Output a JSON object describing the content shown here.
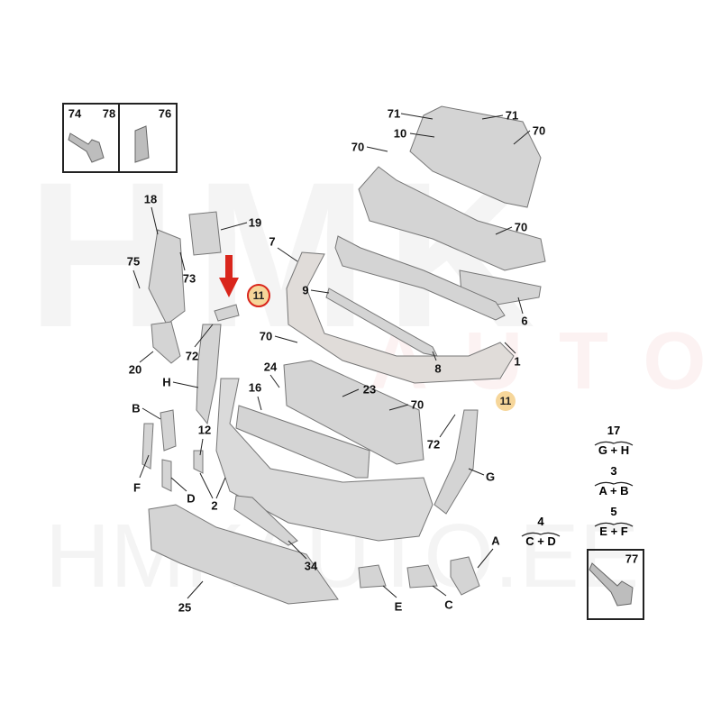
{
  "watermark": {
    "top": "HMK",
    "middle": "AUTO",
    "bottom": "HMKAUTO.EE"
  },
  "colors": {
    "accent_arrow": "#d9261c",
    "badge_fill": "#f6d69a",
    "part_fill": "#d4d4d4",
    "part_stroke": "#777777"
  },
  "inset_boxes": {
    "fasteners_left": [
      "74",
      "78"
    ],
    "bracket_right": "76",
    "screw": "77"
  },
  "callouts": {
    "c71a": "71",
    "c71b": "71",
    "c10": "10",
    "c70a": "70",
    "c70b": "70",
    "c70c": "70",
    "c7": "7",
    "c18": "18",
    "c19": "19",
    "c75": "75",
    "c73": "73",
    "c9": "9",
    "c6": "6",
    "c72a": "72",
    "c20": "20",
    "c70d": "70",
    "c8": "8",
    "c1": "1",
    "c24": "24",
    "c16": "16",
    "c23": "23",
    "cH": "H",
    "c70e": "70",
    "cB": "B",
    "c12": "12",
    "c72b": "72",
    "cF": "F",
    "cD": "D",
    "c2": "2",
    "cG": "G",
    "cA": "A",
    "c34": "34",
    "c25": "25",
    "cE": "E",
    "cC": "C"
  },
  "highlighted": {
    "selected": "11",
    "other": "11"
  },
  "groups": [
    {
      "number": "17",
      "parts": "G + H"
    },
    {
      "number": "3",
      "parts": "A + B"
    },
    {
      "number": "5",
      "parts": "E + F"
    },
    {
      "number": "4",
      "parts": "C + D"
    }
  ]
}
